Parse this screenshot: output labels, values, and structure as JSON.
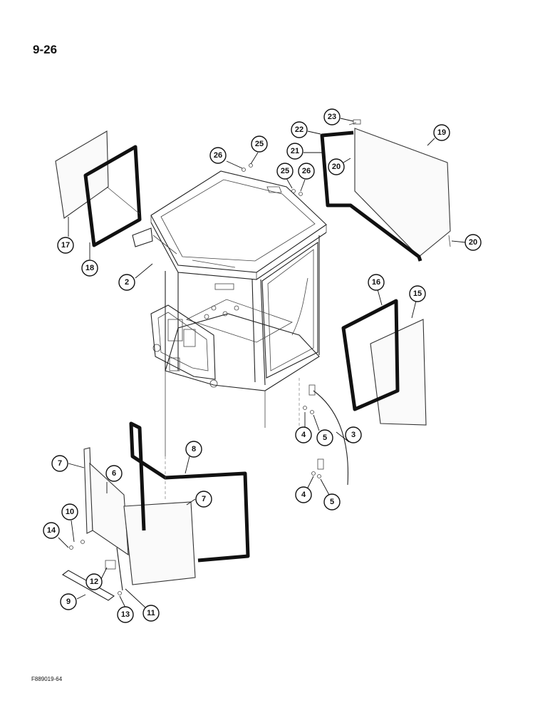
{
  "header": {
    "page_number": "9-26"
  },
  "footer": {
    "figure_code": "F889019-64"
  },
  "callouts": {
    "c2": "2",
    "c3": "3",
    "c4a": "4",
    "c4b": "4",
    "c5a": "5",
    "c5b": "5",
    "c6": "6",
    "c7a": "7",
    "c7b": "7",
    "c8": "8",
    "c9": "9",
    "c10": "10",
    "c11": "11",
    "c12": "12",
    "c13": "13",
    "c14": "14",
    "c15": "15",
    "c16": "16",
    "c17": "17",
    "c18": "18",
    "c19": "19",
    "c20a": "20",
    "c20b": "20",
    "c21": "21",
    "c22": "22",
    "c23": "23",
    "c25a": "25",
    "c25b": "25",
    "c26a": "26",
    "c26b": "26"
  }
}
